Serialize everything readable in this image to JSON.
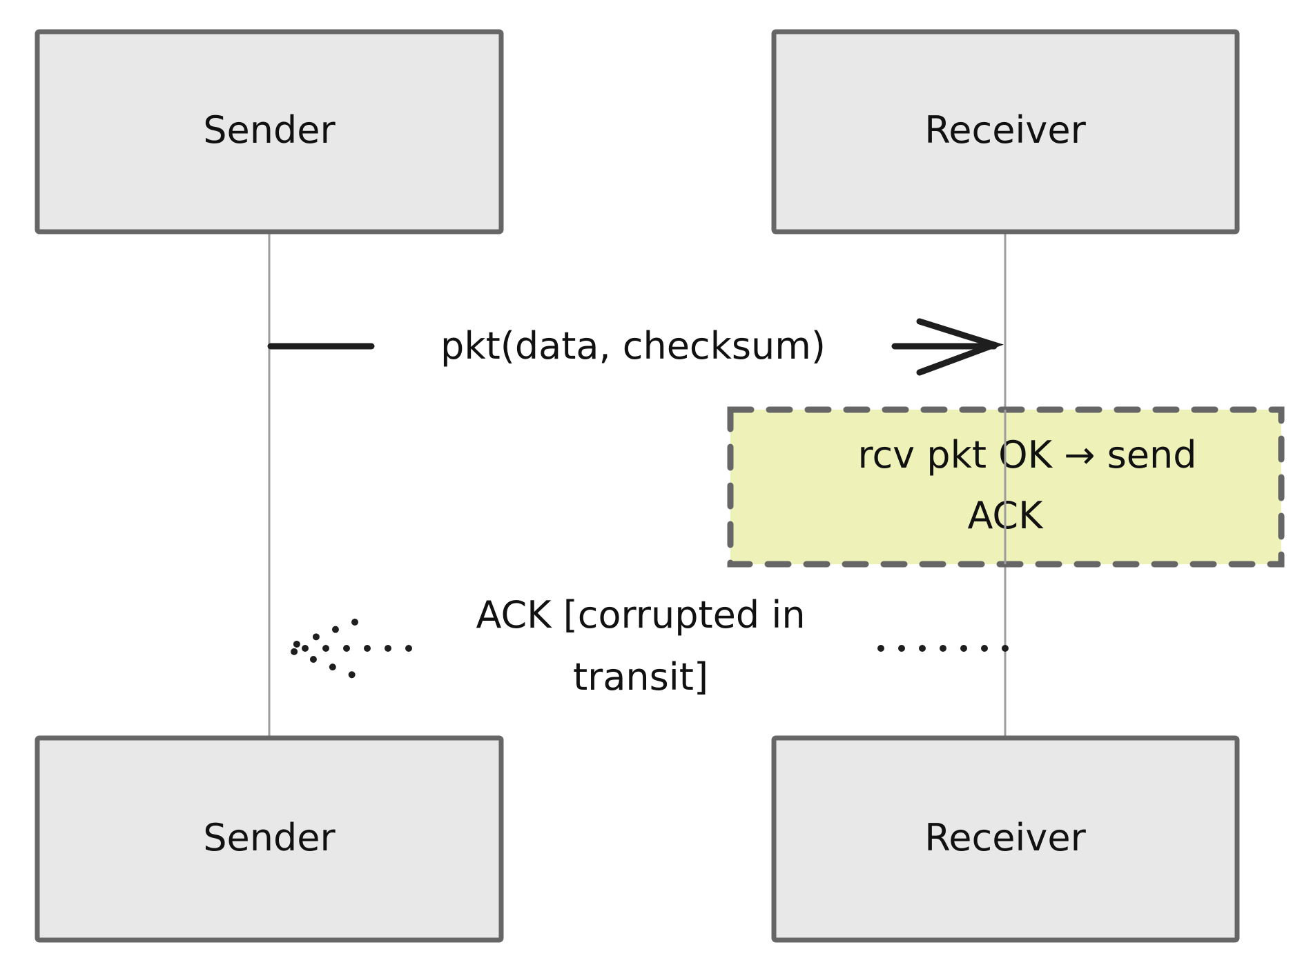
{
  "diagram": {
    "type": "sequence",
    "participants": [
      {
        "id": "sender",
        "label": "Sender"
      },
      {
        "id": "receiver",
        "label": "Receiver"
      }
    ],
    "messages": [
      {
        "from": "sender",
        "to": "receiver",
        "style": "solid",
        "arrow": "open",
        "label": "pkt(data, checksum)"
      },
      {
        "from": "receiver",
        "to": "sender",
        "style": "dotted",
        "arrow": "open",
        "label_lines": [
          "ACK [corrupted in",
          "transit]"
        ]
      }
    ],
    "notes": [
      {
        "over": "receiver",
        "lines": [
          "rcv pkt OK → send",
          "ACK"
        ]
      }
    ],
    "colors": {
      "actor_fill": "#e8e8e8",
      "actor_stroke": "#666666",
      "note_fill": "#eef2b8",
      "note_stroke": "#666666",
      "lifeline": "#9e9e9e",
      "text": "#111111"
    }
  }
}
